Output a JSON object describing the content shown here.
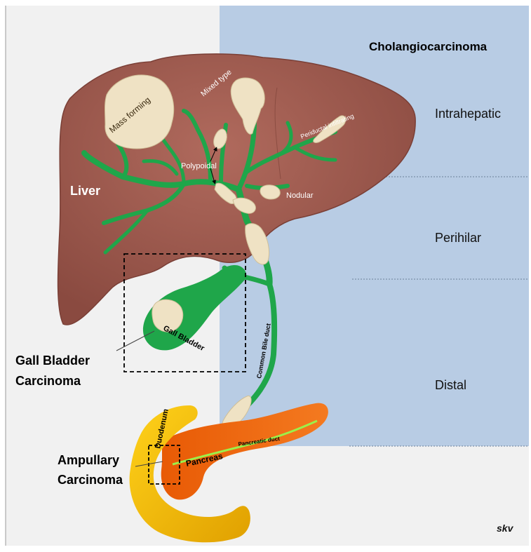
{
  "header": {
    "title": "Cholangiocarcinoma"
  },
  "regions": {
    "intrahepatic": "Intrahepatic",
    "perihilar": "Perihilar",
    "distal": "Distal"
  },
  "organs": {
    "liver": "Liver",
    "gall_bladder": "Gall Bladder",
    "duodenum": "Duodenum",
    "pancreas": "Pancreas",
    "common_bile_duct": "Common Bile duct",
    "pancreatic_duct": "Pancreatic duct"
  },
  "tumor_types": {
    "mass_forming": "Mass forming",
    "mixed_type": "Mixed type",
    "periductal": "Periductal infiltrating",
    "polypoidal": "Polypoidal",
    "nodular": "Nodular"
  },
  "carcinomas": {
    "gall_bladder_line1": "Gall Bladder",
    "gall_bladder_line2": "Carcinoma",
    "ampullary_line1": "Ampullary",
    "ampullary_line2": "Carcinoma"
  },
  "signature": "skv",
  "colors": {
    "panel_left": "#f1f1f1",
    "panel_right": "#b8cce4",
    "liver": "#9e5c50",
    "duct_green": "#1fa64a",
    "tumor": "#efe2c4",
    "duodenum": "#f2b705",
    "pancreas": "#f06a0f",
    "pancreatic_duct": "#9cf04a"
  }
}
